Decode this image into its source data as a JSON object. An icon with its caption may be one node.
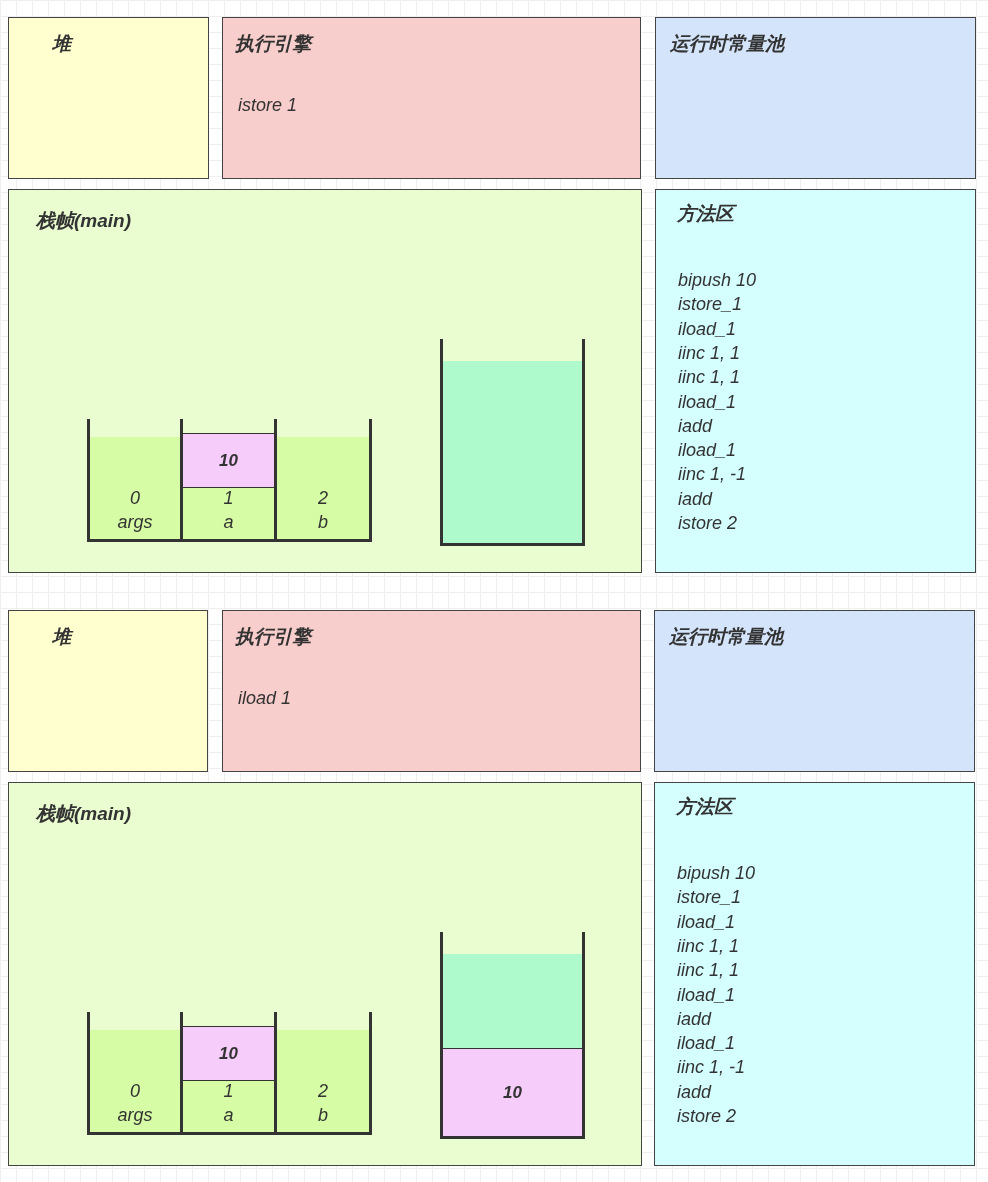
{
  "diagram": {
    "nodes": [
      {
        "text": [
          "堆"
        ]
      },
      {
        "text": [
          "执行引擎",
          "istore 1"
        ]
      },
      {
        "text": [
          "运行时常量池"
        ]
      },
      {
        "text": [
          "栈帧(main)"
        ]
      },
      {
        "text": [
          "0",
          "args"
        ],
        "in": 3
      },
      {
        "text": [
          "1",
          "a"
        ],
        "in": 3
      },
      {
        "text": [
          "10"
        ],
        "in": 5
      },
      {
        "text": [
          "2",
          "b"
        ],
        "in": 3
      },
      {
        "text": [],
        "shape": "box",
        "in": 3
      },
      {
        "text": [
          "方法区",
          "bipush 10",
          "istore_1",
          "iload_1",
          "iinc 1, 1",
          "iinc 1, 1",
          "iload_1",
          "iadd",
          "iload_1",
          "iinc 1, -1",
          "iadd",
          "istore 2"
        ]
      },
      {
        "text": [
          "堆"
        ]
      },
      {
        "text": [
          "执行引擎",
          "iload 1"
        ]
      },
      {
        "text": [
          "运行时常量池"
        ]
      },
      {
        "text": [
          "栈帧(main)"
        ]
      },
      {
        "text": [
          "0",
          "args"
        ],
        "in": 13
      },
      {
        "text": [
          "1",
          "a"
        ],
        "in": 13
      },
      {
        "text": [
          "10"
        ],
        "in": 15
      },
      {
        "text": [
          "2",
          "b"
        ],
        "in": 13
      },
      {
        "text": [],
        "shape": "box",
        "in": 13
      },
      {
        "text": [
          "10"
        ],
        "in": 18
      },
      {
        "text": [
          "方法区",
          "bipush 10",
          "istore_1",
          "iload_1",
          "iinc 1, 1",
          "iinc 1, 1",
          "iload_1",
          "iadd",
          "iload_1",
          "iinc 1, -1",
          "iadd",
          "istore 2"
        ]
      }
    ]
  }
}
